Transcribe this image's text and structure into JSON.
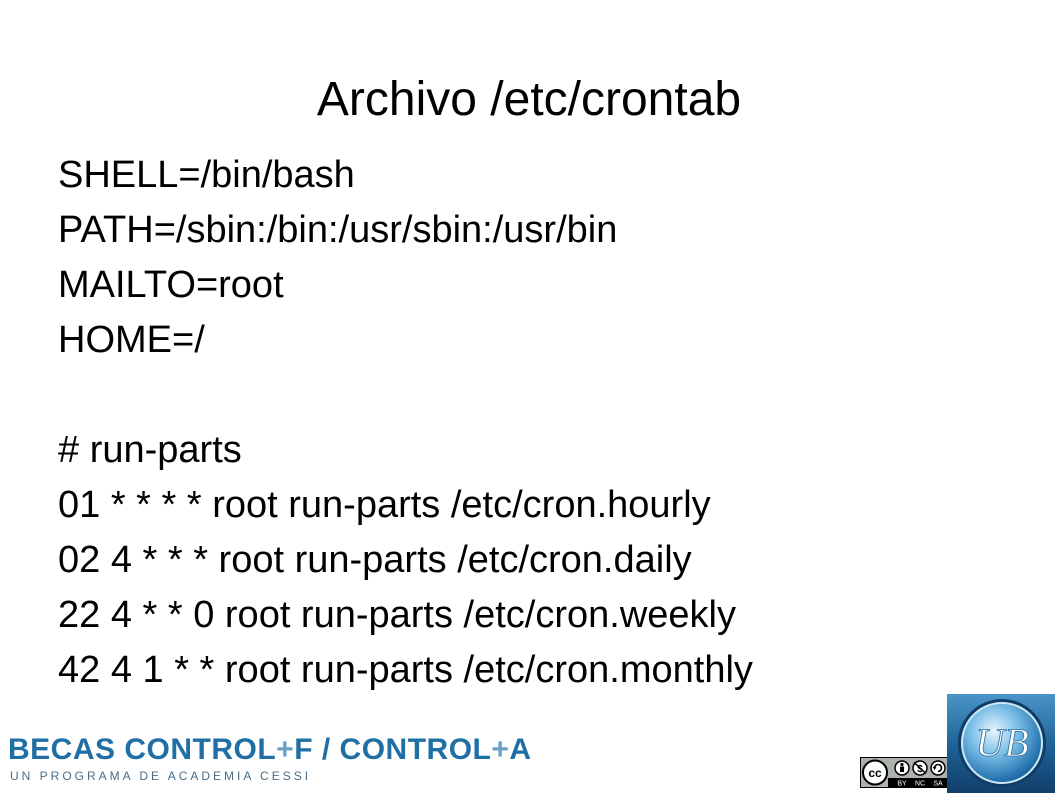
{
  "slide": {
    "title": "Archivo /etc/crontab",
    "lines": [
      "SHELL=/bin/bash",
      "PATH=/sbin:/bin:/usr/sbin:/usr/bin",
      "MAILTO=root",
      "HOME=/",
      "",
      "# run-parts",
      "01 * * * * root run-parts /etc/cron.hourly",
      "02 4 * * * root run-parts /etc/cron.daily",
      "22 4 * * 0 root run-parts /etc/cron.weekly",
      "42 4 1 * * root run-parts /etc/cron.monthly"
    ]
  },
  "footer": {
    "brand_part1": "BECAS CONTROL",
    "plus1": "+",
    "brand_part2": "F / CONTROL",
    "plus2": "+",
    "brand_part3": "A",
    "brand_sub": "UN PROGRAMA DE ACADEMIA CESSI",
    "cc_label": "cc",
    "cc_by": "BY",
    "cc_nc": "NC",
    "cc_sa": "SA",
    "ub_label": "UB"
  },
  "colors": {
    "brand_blue": "#1f6fa4",
    "logo_blue": "#1d5f96"
  }
}
